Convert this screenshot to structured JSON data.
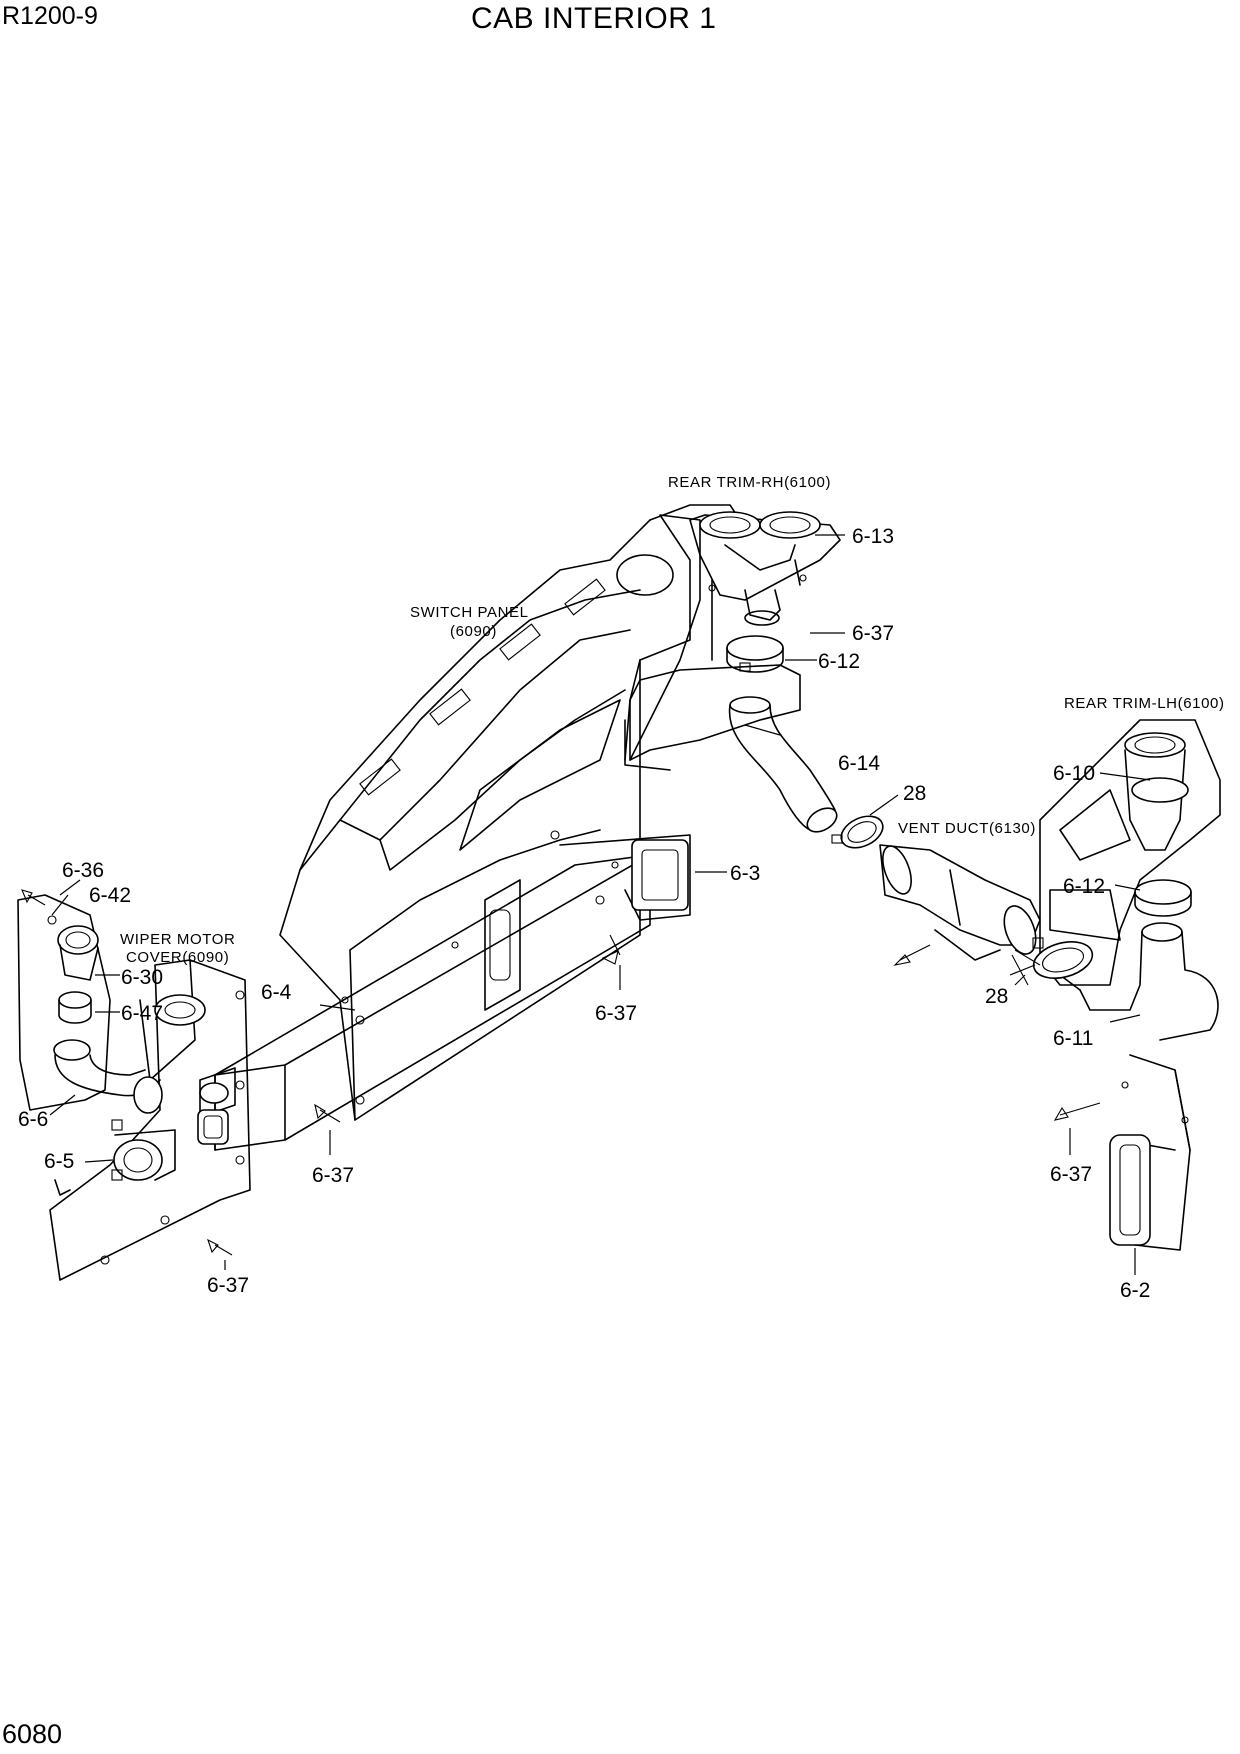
{
  "header": {
    "model": "R1200-9",
    "title": "CAB INTERIOR 1"
  },
  "footer": {
    "page_number": "6080"
  },
  "references": {
    "rear_trim_rh": "REAR TRIM-RH(6100)",
    "switch_panel_line1": "SWITCH PANEL",
    "switch_panel_line2": "(6090)",
    "rear_trim_lh": "REAR TRIM-LH(6100)",
    "vent_duct": "VENT DUCT(6130)",
    "wiper_motor_line1": "WIPER MOTOR",
    "wiper_motor_line2": "COVER(6090)"
  },
  "callouts": {
    "c6_13": "6-13",
    "c6_37_top": "6-37",
    "c6_12_top": "6-12",
    "c6_14": "6-14",
    "c28_top": "28",
    "c6_10": "6-10",
    "c6_12_right": "6-12",
    "c6_3": "6-3",
    "c6_37_mid": "6-37",
    "c28_right": "28",
    "c6_11": "6-11",
    "c6_36": "6-36",
    "c6_42": "6-42",
    "c6_30": "6-30",
    "c6_47": "6-47",
    "c6_4": "6-4",
    "c6_6": "6-6",
    "c6_5": "6-5",
    "c6_37_center": "6-37",
    "c6_37_bottom": "6-37",
    "c6_37_right": "6-37",
    "c6_2": "6-2"
  }
}
